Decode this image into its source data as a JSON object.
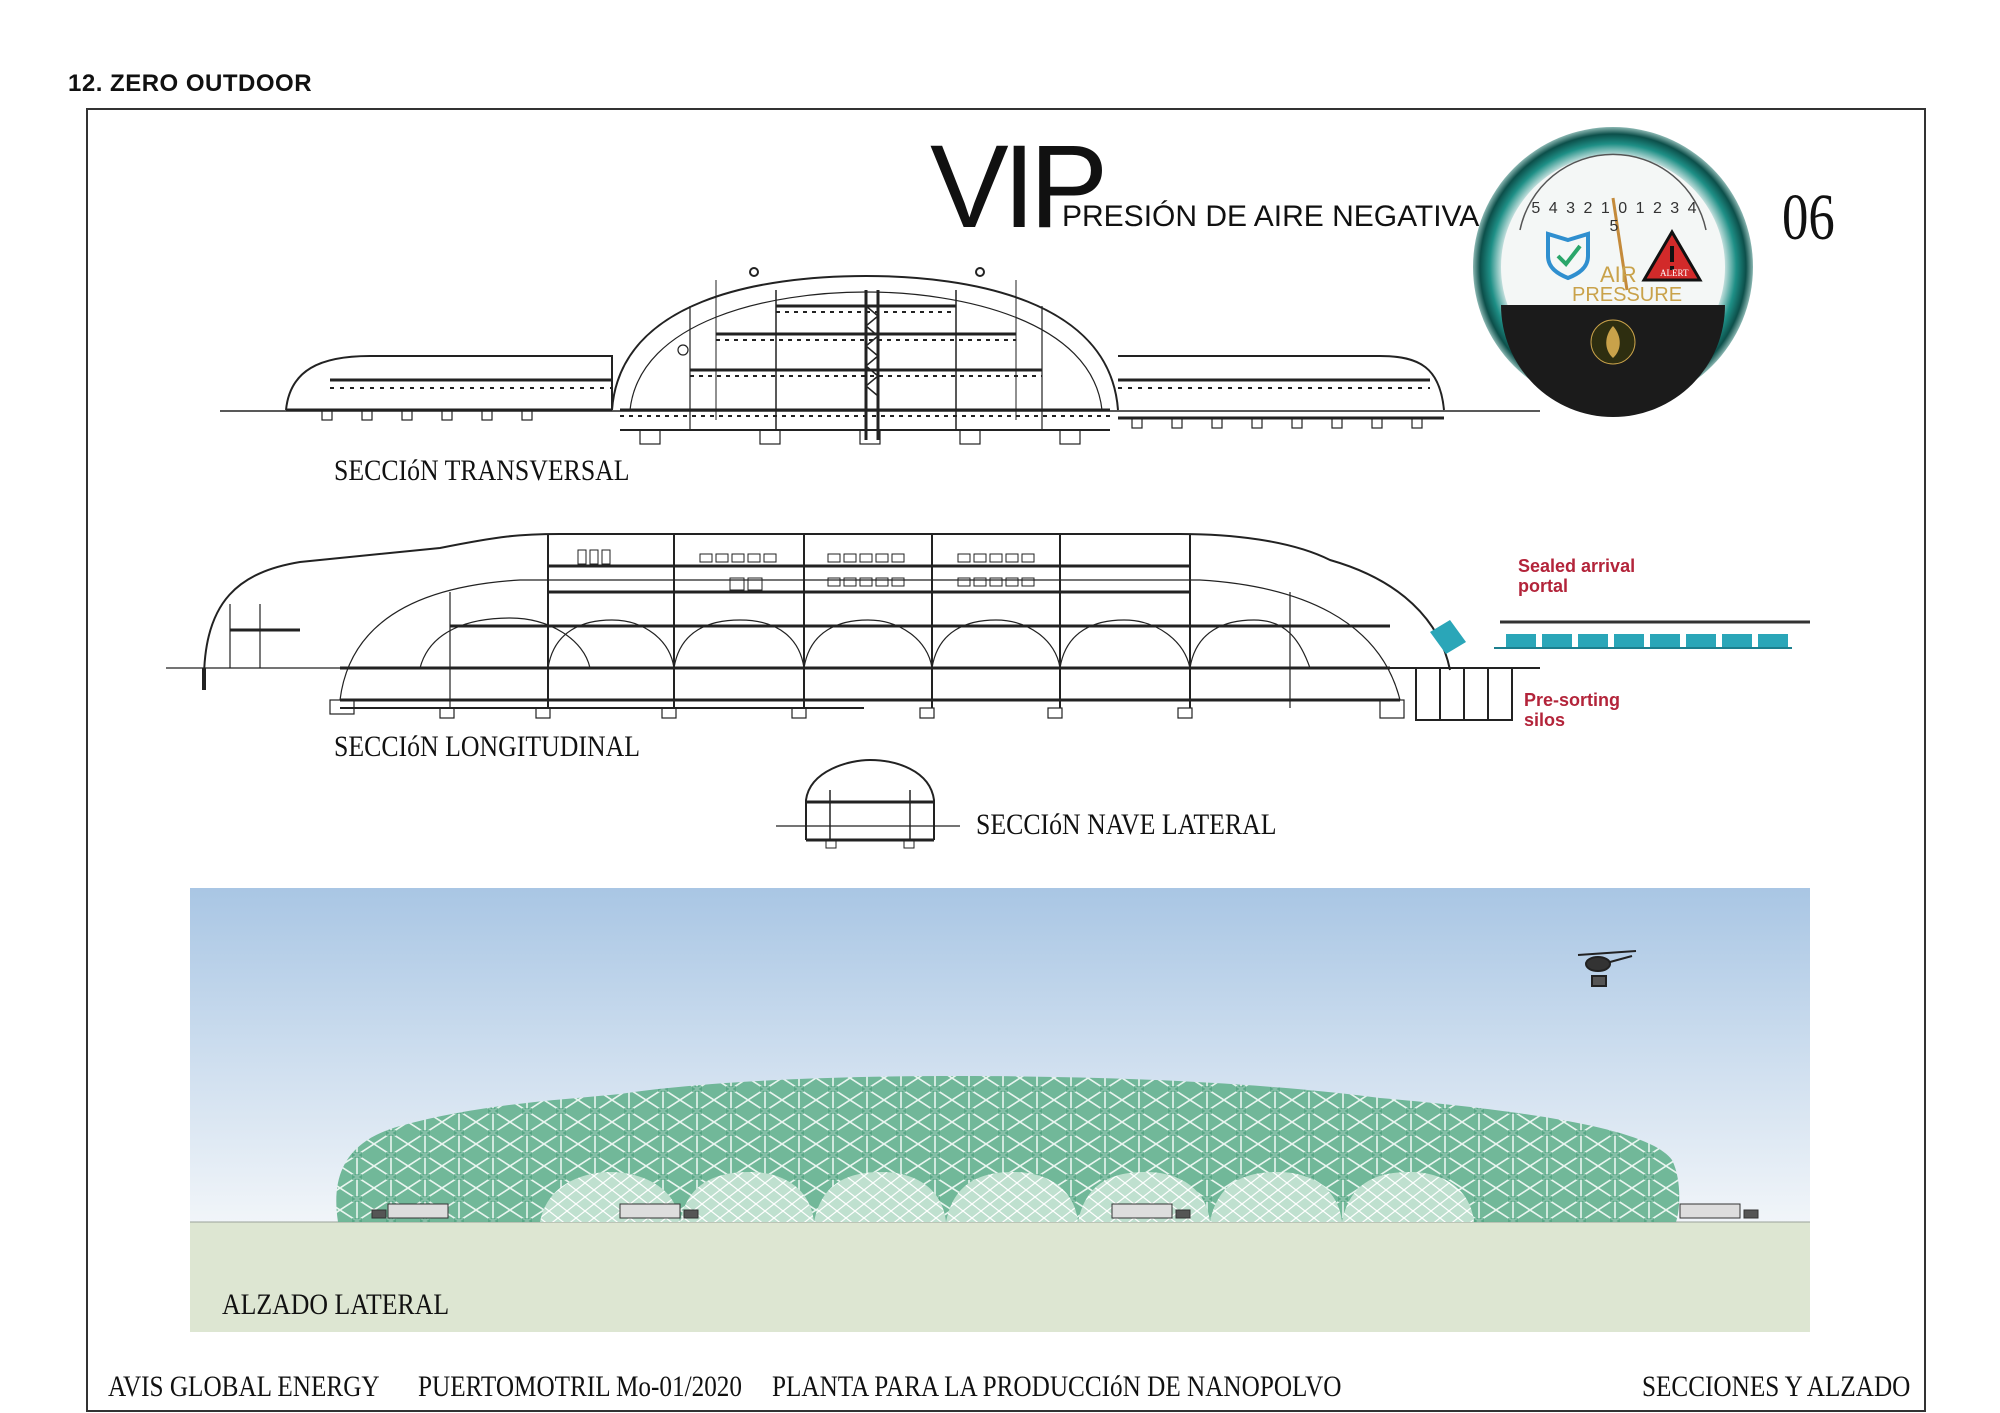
{
  "sheet_heading": "12.   ZERO OUTDOOR",
  "banner": {
    "big": "VIP",
    "sub": "PRESIÓN DE AIRE NEGATIVA"
  },
  "sheet_number": "06",
  "gauge": {
    "scale_left": [
      "5",
      "4",
      "3",
      "2",
      "1"
    ],
    "scale_center": "0",
    "scale_right": [
      "1",
      "2",
      "3",
      "4",
      "5"
    ],
    "label_top": "AIR",
    "label_bottom": "PRESSURE",
    "alert_text": "ALERT",
    "colors": {
      "ring": "#1e8f86",
      "shield": "#2f8fcf",
      "alert": "#d22a2a",
      "label": "#c9a24a"
    }
  },
  "sections": {
    "transversal": "SECCIóN TRANSVERSAL",
    "longitudinal": "SECCIóN LONGITUDINAL",
    "nave_lateral": "SECCIóN NAVE LATERAL",
    "alzado": "ALZADO LATERAL"
  },
  "annotations": {
    "arrival": "Sealed arrival portal",
    "silos": "Pre-sorting silos",
    "color": "#b3243a"
  },
  "footer": {
    "company": "AVIS GLOBAL ENERGY",
    "project": "PUERTOMOTRIL  Mo-01/2020",
    "description": "PLANTA PARA LA PRODUCCIóN DE NANOPOLVO",
    "sheet_title": "SECCIONES Y ALZADO"
  },
  "palette": {
    "sky_top": "#a9c6e4",
    "sky_bottom": "#eef3f8",
    "ground": "#dde6d2",
    "dome": "#5fae8a",
    "conveyor": "#2aa6b8"
  }
}
